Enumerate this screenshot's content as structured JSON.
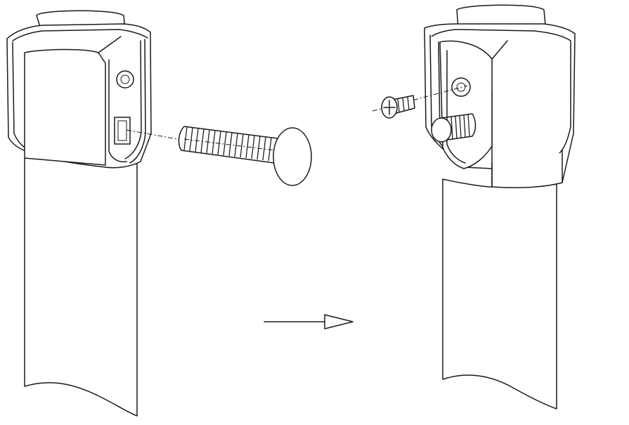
{
  "figure": {
    "steps": [
      {
        "step_id": "before",
        "parts": [
          "tube",
          "cap-bracket",
          "carriage-bolt"
        ]
      },
      {
        "step_id": "after",
        "parts": [
          "tube",
          "cap-bracket",
          "inserted-bolt",
          "phillips-screw"
        ]
      }
    ],
    "transition": {
      "icon": "arrow-right-icon"
    },
    "colors": {
      "line": "#1a1a1a",
      "background": "#ffffff"
    }
  }
}
